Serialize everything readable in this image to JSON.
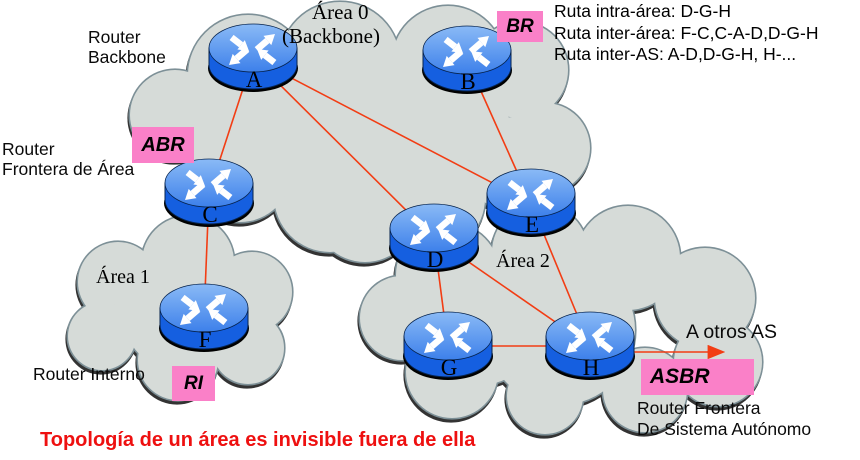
{
  "diagram": {
    "areas": {
      "area0": {
        "label": "Área 0",
        "sublabel": "(Backbone)"
      },
      "area1": {
        "label": "Área 1"
      },
      "area2": {
        "label": "Área 2"
      }
    },
    "routers": [
      {
        "id": "A"
      },
      {
        "id": "B"
      },
      {
        "id": "C"
      },
      {
        "id": "D"
      },
      {
        "id": "E"
      },
      {
        "id": "F"
      },
      {
        "id": "G"
      },
      {
        "id": "H"
      }
    ],
    "links": [
      "A-C",
      "A-D",
      "A-E",
      "B-E",
      "C-F",
      "D-G",
      "D-H",
      "E-H",
      "G-H"
    ],
    "badges": {
      "br": "BR",
      "abr": "ABR",
      "ri": "RI",
      "asbr": "ASBR"
    },
    "labels": {
      "backbone_router_line1": "Router",
      "backbone_router_line2": "Backbone",
      "abr_line1": "Router",
      "abr_line2": "Frontera de Área",
      "internal_router": "Router Interno",
      "asbr_line1": "Router Frontera",
      "asbr_line2": "De Sistema Autónomo",
      "external_as": "A otros AS"
    },
    "routes": [
      "Ruta intra-área: D-G-H",
      "Ruta inter-área: F-C,C-A-D,D-G-H",
      "Ruta inter-AS: A-D,D-G-H, H-..."
    ],
    "note": "Topología de un área es invisible fuera de ella",
    "colors": {
      "badge_pink": "#fa80c8",
      "link_red": "#f23d14",
      "note_red": "#ee1010",
      "cloud_fill": "#d6dbd8",
      "cloud_border": "#7d9097",
      "router_side_blue": "#155fe0",
      "router_top_blue": "#8abaf6"
    }
  }
}
